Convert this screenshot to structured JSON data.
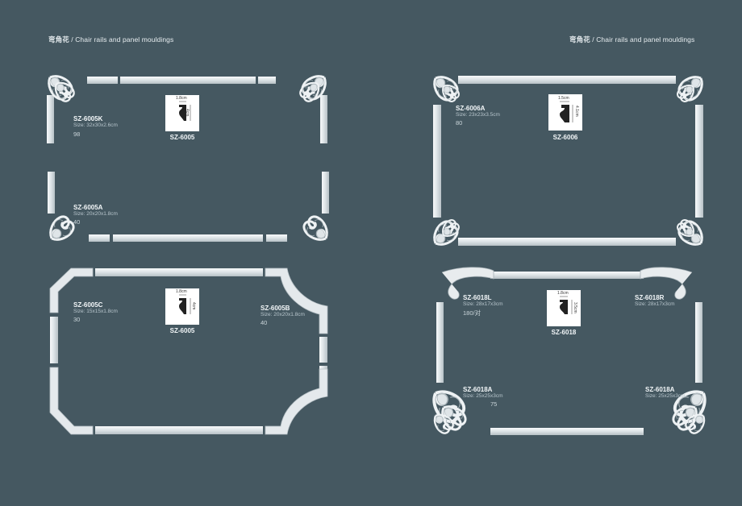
{
  "header_left": {
    "cn": "弯角花",
    "en": " / Chair rails and panel mouldings"
  },
  "header_right": {
    "cn": "弯角花",
    "en": " / Chair rails and panel mouldings"
  },
  "panels": {
    "sz6005k": {
      "code": "SZ-6005K",
      "size": "Size: 32x30x2.6cm",
      "price": "98"
    },
    "sz6005a": {
      "code": "SZ-6005A",
      "size": "Size: 20x20x1.8cm",
      "price": "40"
    },
    "sz6005c": {
      "code": "SZ-6005C",
      "size": "Size: 15x15x1.8cm",
      "price": "30"
    },
    "sz6005b": {
      "code": "SZ-6005B",
      "size": "Size: 20x20x1.8cm",
      "price": "40"
    },
    "sz6006a": {
      "code": "SZ-6006A",
      "size": "Size: 23x23x3.5cm",
      "price": "80"
    },
    "sz6018l": {
      "code": "SZ-6018L",
      "size": "Size: 28x17x3cm",
      "price": "180/对"
    },
    "sz6018r": {
      "code": "SZ-6018R",
      "size": "Size: 28x17x3cm"
    },
    "sz6018a_left": {
      "code": "SZ-6018A",
      "size": "Size: 25x25x3cm",
      "price": "75"
    },
    "sz6018a_right": {
      "code": "SZ-6018A",
      "size": "Size: 25x25x3cm"
    }
  },
  "profiles": {
    "p1": {
      "code": "SZ-6005",
      "width": "1.8cm",
      "height": "4cm"
    },
    "p2": {
      "code": "SZ-6006",
      "width": "1.5cm",
      "height": "4.1cm"
    },
    "p3": {
      "code": "SZ-6005",
      "width": "1.8cm",
      "height": "4cm"
    },
    "p4": {
      "code": "SZ-6018",
      "width": "1.8cm",
      "height": "3.5cm"
    }
  }
}
